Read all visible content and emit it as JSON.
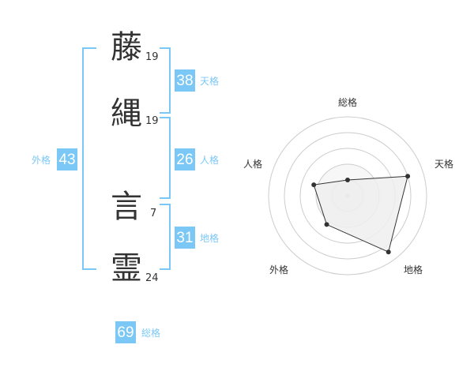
{
  "characters": [
    {
      "char": "藤",
      "strokes": "19"
    },
    {
      "char": "縄",
      "strokes": "19"
    },
    {
      "char": "言",
      "strokes": "7"
    },
    {
      "char": "霊",
      "strokes": "24"
    }
  ],
  "scores": {
    "tenkaku": {
      "value": "38",
      "label": "天格"
    },
    "jinkaku": {
      "value": "26",
      "label": "人格"
    },
    "chikaku": {
      "value": "31",
      "label": "地格"
    },
    "gaikaku": {
      "value": "43",
      "label": "外格"
    },
    "soukaku": {
      "value": "69",
      "label": "総格"
    }
  },
  "radar": {
    "axes": [
      "総格",
      "天格",
      "地格",
      "外格",
      "人格"
    ],
    "values": [
      0.2,
      0.8,
      0.88,
      0.45,
      0.45
    ]
  },
  "colors": {
    "accent": "#7bc8f6",
    "text": "#333333"
  }
}
